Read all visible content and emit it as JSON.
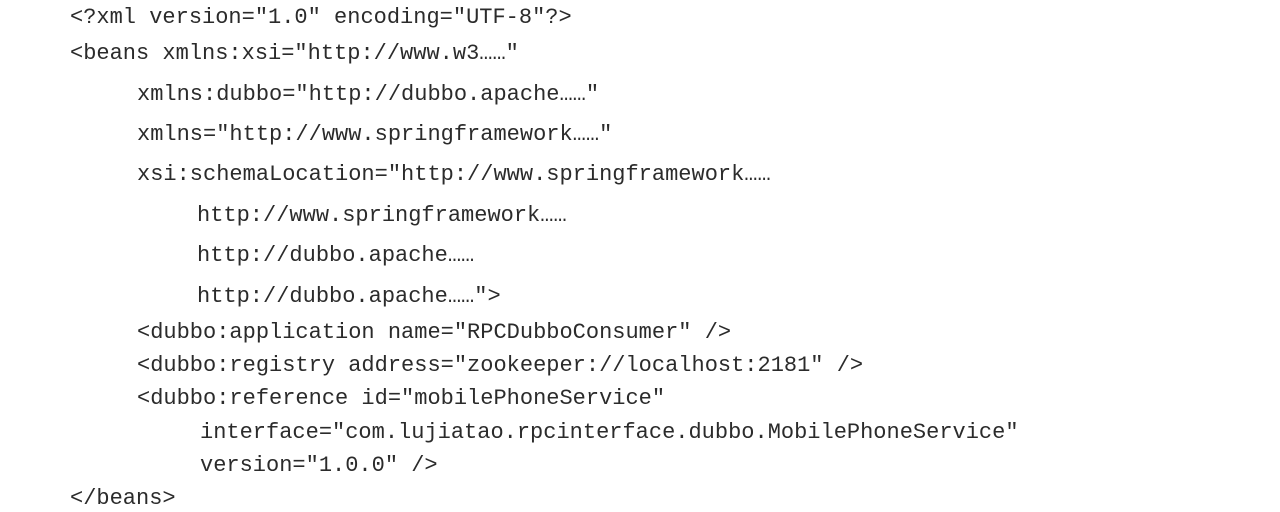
{
  "code_lines": [
    "<?xml version=\"1.0\" encoding=\"UTF-8\"?>",
    "<beans xmlns:xsi=\"http://www.w3……\"",
    "xmlns:dubbo=\"http://dubbo.apache……\"",
    "xmlns=\"http://www.springframework……\"",
    "xsi:schemaLocation=\"http://www.springframework……",
    "http://www.springframework……",
    "http://dubbo.apache……",
    "http://dubbo.apache……\">",
    "<dubbo:application name=\"RPCDubboConsumer\" />",
    "<dubbo:registry address=\"zookeeper://localhost:2181\" />",
    "<dubbo:reference id=\"mobilePhoneService\"",
    "interface=\"com.lujiatao.rpcinterface.dubbo.MobilePhoneService\"",
    "version=\"1.0.0\" />",
    "</beans>"
  ]
}
